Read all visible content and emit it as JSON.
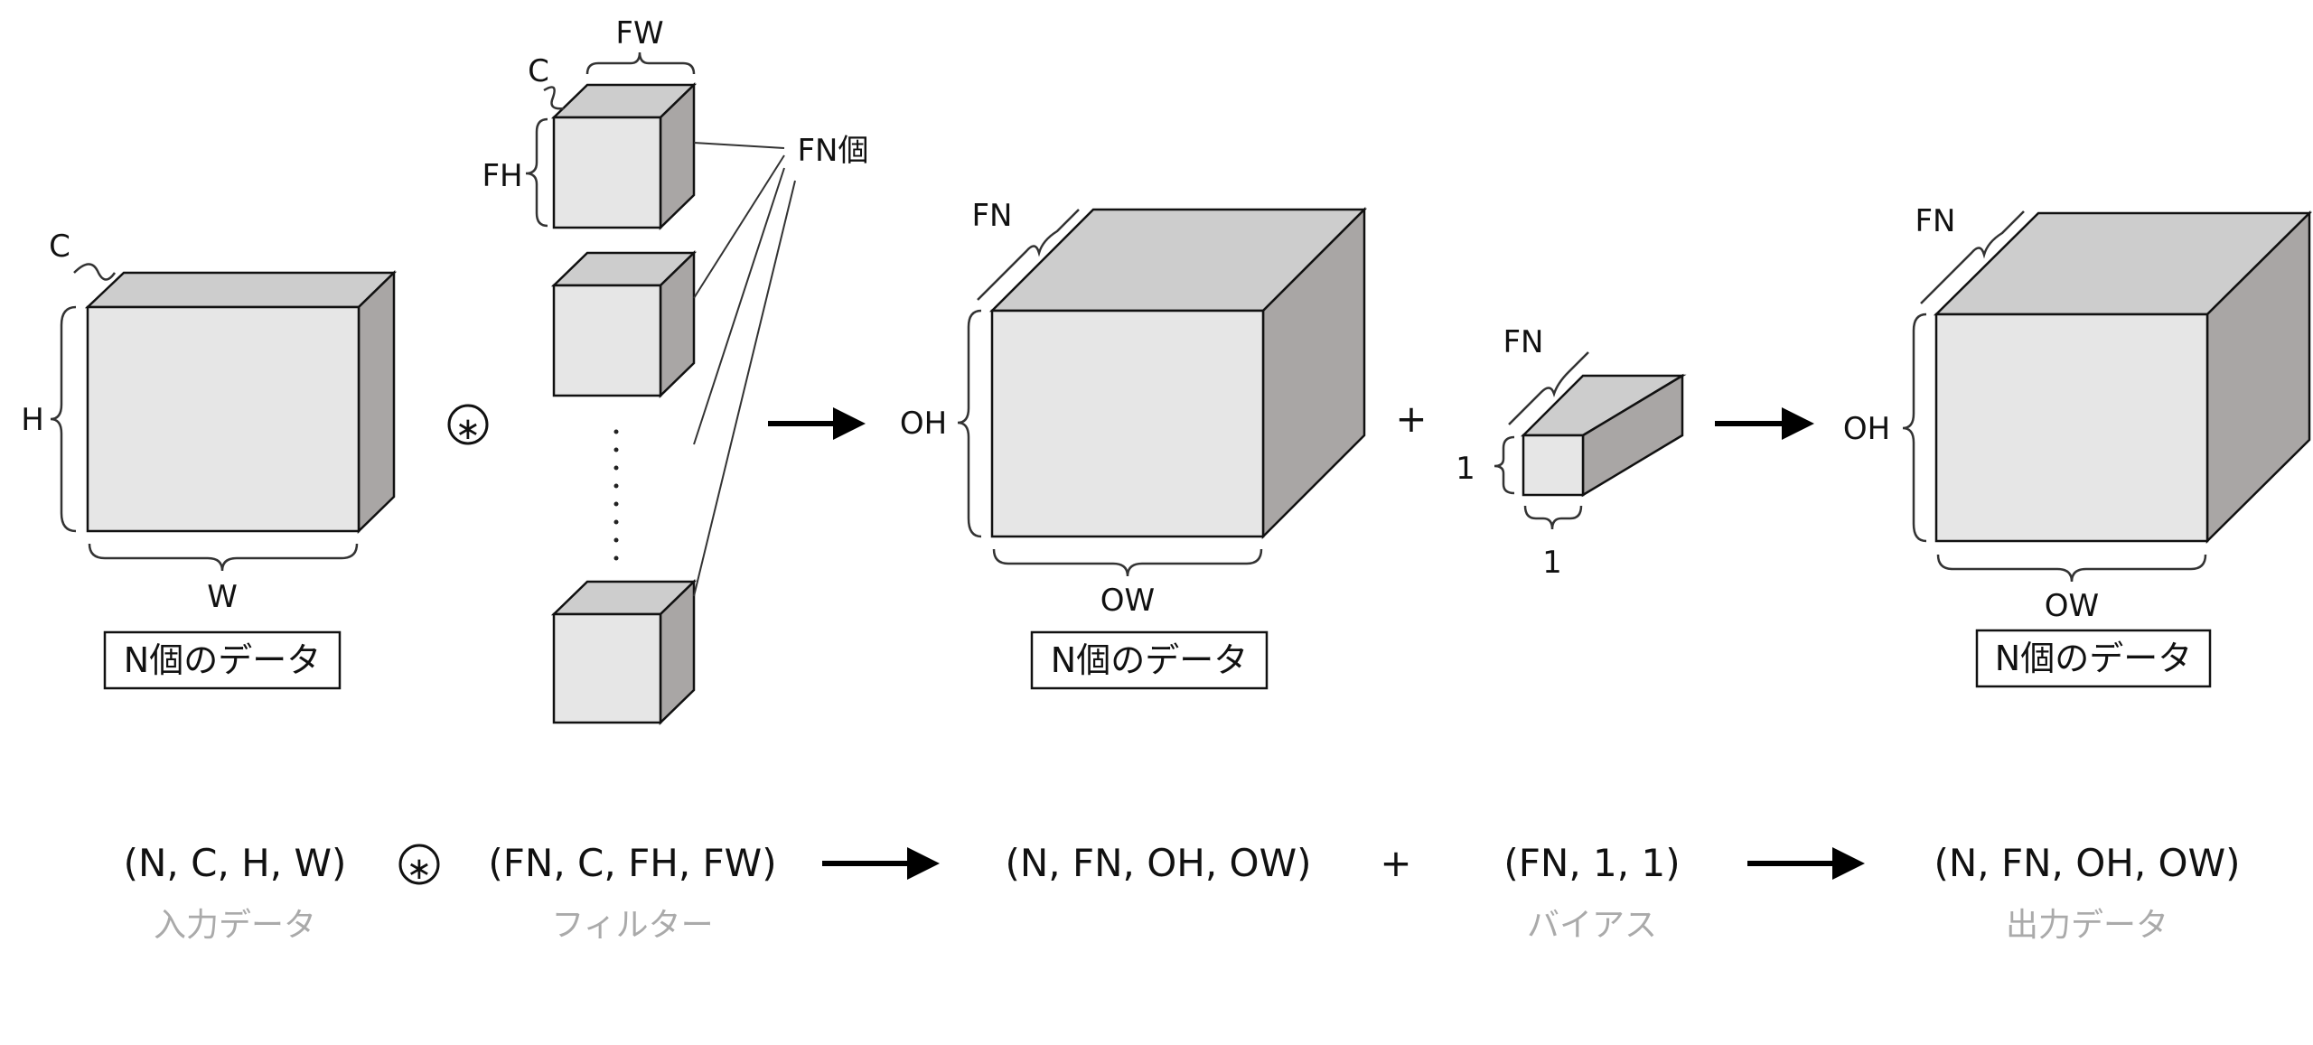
{
  "input_block": {
    "dims": {
      "depth": "C",
      "height": "H",
      "width": "W"
    },
    "caption": "N個のデータ"
  },
  "conv_operator": "∗",
  "filter_block": {
    "dims": {
      "depth": "C",
      "height": "FH",
      "width": "FW"
    },
    "count_label": "FN個"
  },
  "output_block": {
    "dims": {
      "depth": "FN",
      "height": "OH",
      "width": "OW"
    },
    "caption": "N個のデータ"
  },
  "plus_sign": "+",
  "bias_block": {
    "dims": {
      "depth": "FN",
      "height": "1",
      "width": "1"
    }
  },
  "result_block": {
    "dims": {
      "depth": "FN",
      "height": "OH",
      "width": "OW"
    },
    "caption": "N個のデータ"
  },
  "formula": {
    "input_shape": "(N, C, H, W)",
    "input_role": "入力データ",
    "operator": "∗",
    "filter_shape": "(FN, C, FH, FW)",
    "filter_role": "フィルター",
    "output_shape": "(N, FN, OH, OW)",
    "plus": "+",
    "bias_shape": "(FN, 1, 1)",
    "bias_role": "バイアス",
    "result_shape": "(N, FN, OH, OW)",
    "result_role": "出力データ"
  }
}
